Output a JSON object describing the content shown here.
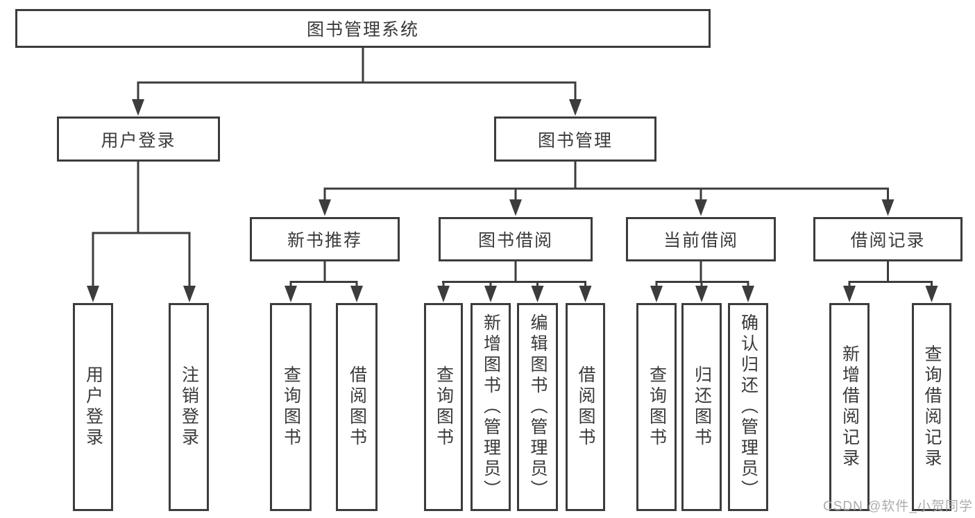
{
  "colors": {
    "line": "#3c3c3c",
    "text": "#3a3a3a",
    "box_background": "#ffffff",
    "page_background": "#ffffff",
    "watermark": "#a8a8a8"
  },
  "tree": {
    "root": "图书管理系统",
    "level2": [
      {
        "label": "用户登录",
        "children": [
          "用户登录",
          "注销登录"
        ]
      },
      {
        "label": "图书管理",
        "sections": [
          {
            "label": "新书推荐",
            "children": [
              "查询图书",
              "借阅图书"
            ]
          },
          {
            "label": "图书借阅",
            "children": [
              "查询图书",
              "新增图书（管理员）",
              "编辑图书（管理员）",
              "借阅图书"
            ]
          },
          {
            "label": "当前借阅",
            "children": [
              "查询图书",
              "归还图书",
              "确认归还（管理员）"
            ]
          },
          {
            "label": "借阅记录",
            "children": [
              "新增借阅记录",
              "查询借阅记录"
            ]
          }
        ]
      }
    ]
  },
  "watermark": {
    "text": "CSDN @软件_小贺同学"
  }
}
